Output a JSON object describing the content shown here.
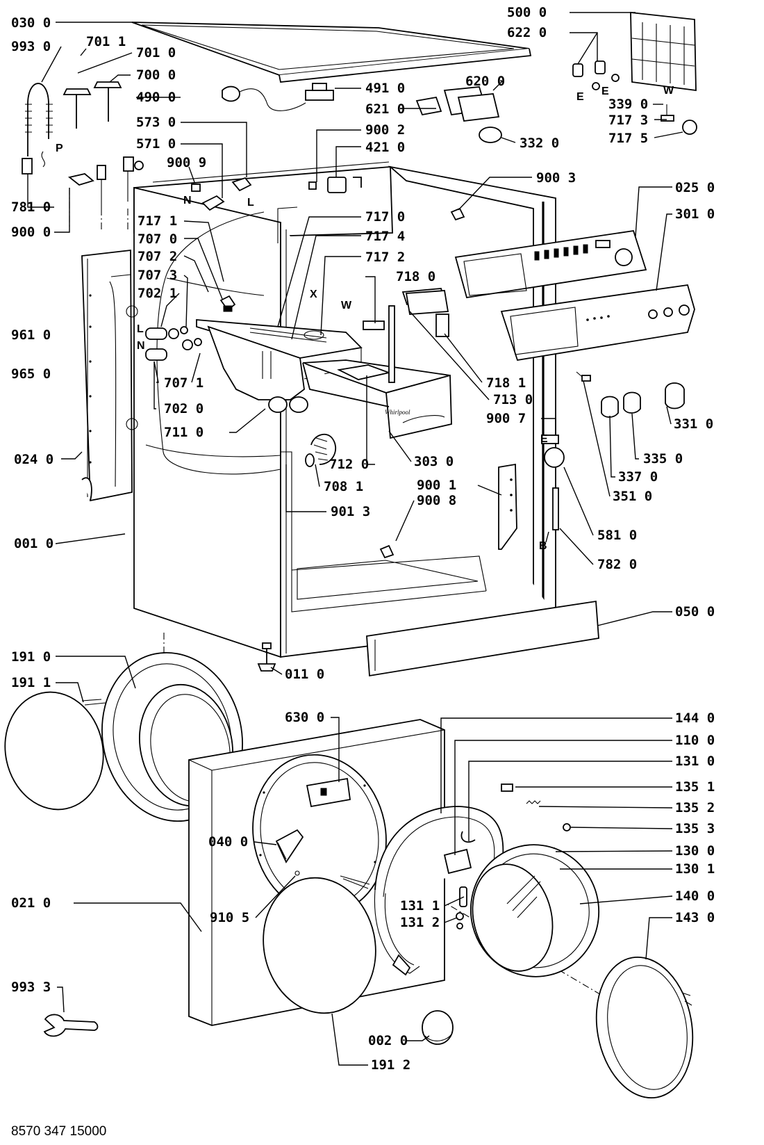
{
  "diagram": {
    "footer_code": "8570 347 15000",
    "brand_mark": "Whirlpool",
    "labels": {
      "p0300": "030 0",
      "p9930": "993 0",
      "p7011": "701 1",
      "p7010": "701 0",
      "p7000": "700 0",
      "p4900": "490 0",
      "p5730": "573 0",
      "p5710": "571 0",
      "p9009": "900 9",
      "p7810": "781 0",
      "p9000": "900 0",
      "p7171": "717 1",
      "p7070": "707 0",
      "p7072": "707 2",
      "p7073": "707 3",
      "p7021": "702 1",
      "p9610": "961 0",
      "p9650": "965 0",
      "p7071": "707 1",
      "p7020": "702 0",
      "p7110": "711 0",
      "p0240": "024 0",
      "p0010": "001 0",
      "p4910": "491 0",
      "p6210": "621 0",
      "p9002": "900 2",
      "p4210": "421 0",
      "p6200": "620 0",
      "p3320": "332 0",
      "p9003": "900 3",
      "p7170": "717 0",
      "p7174": "717 4",
      "p7172": "717 2",
      "p7180": "718 0",
      "p7181": "718 1",
      "p7130": "713 0",
      "p9007": "900 7",
      "p7120": "712 0",
      "p7081": "708 1",
      "p3030": "303 0",
      "p9001": "900 1",
      "p9013": "901 3",
      "p9008": "900 8",
      "p5000": "500 0",
      "p6220": "622 0",
      "p3390": "339 0",
      "p7173": "717 3",
      "p7175": "717 5",
      "p0250": "025 0",
      "p3010": "301 0",
      "p3310": "331 0",
      "p3350": "335 0",
      "p3370": "337 0",
      "p3510": "351 0",
      "p5810": "581 0",
      "p7820": "782 0",
      "p0500": "050 0",
      "p0110": "011 0",
      "p1910": "191 0",
      "p1911": "191 1",
      "p6300": "630 0",
      "p1440": "144 0",
      "p1100": "110 0",
      "p1310": "131 0",
      "p1351": "135 1",
      "p1352": "135 2",
      "p1353": "135 3",
      "p1300": "130 0",
      "p1301": "130 1",
      "p1400": "140 0",
      "p1430": "143 0",
      "p0400": "040 0",
      "p0210": "021 0",
      "p9105": "910 5",
      "p1311": "131 1",
      "p1312": "131 2",
      "p9933": "993 3",
      "p0020": "002 0",
      "p1912": "191 2"
    },
    "letters": {
      "P": "P",
      "N1": "N",
      "L1": "L",
      "L2": "L",
      "N2": "N",
      "X": "X",
      "W1": "W",
      "E1": "E",
      "E2": "E",
      "W2": "W",
      "E3": "E",
      "B": "B"
    }
  }
}
